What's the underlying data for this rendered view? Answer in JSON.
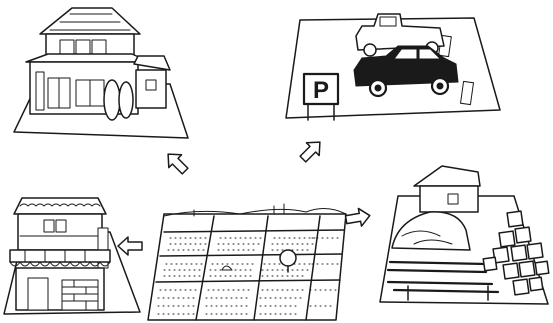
{
  "diagram": {
    "parking_sign": {
      "letter": "P"
    }
  },
  "colors": {
    "ink": "#1a1a1a",
    "paper": "#ffffff"
  },
  "panels": [
    {
      "id": "house",
      "icon": "house-icon"
    },
    {
      "id": "parking",
      "icon": "parking-lot-icon"
    },
    {
      "id": "shop",
      "icon": "shop-icon"
    },
    {
      "id": "farmland",
      "icon": "rice-field-icon"
    },
    {
      "id": "factory",
      "icon": "lumber-yard-icon"
    }
  ],
  "arrows": [
    {
      "from": "farmland",
      "to": "house"
    },
    {
      "from": "farmland",
      "to": "parking"
    },
    {
      "from": "farmland",
      "to": "shop"
    },
    {
      "from": "farmland",
      "to": "factory"
    }
  ]
}
